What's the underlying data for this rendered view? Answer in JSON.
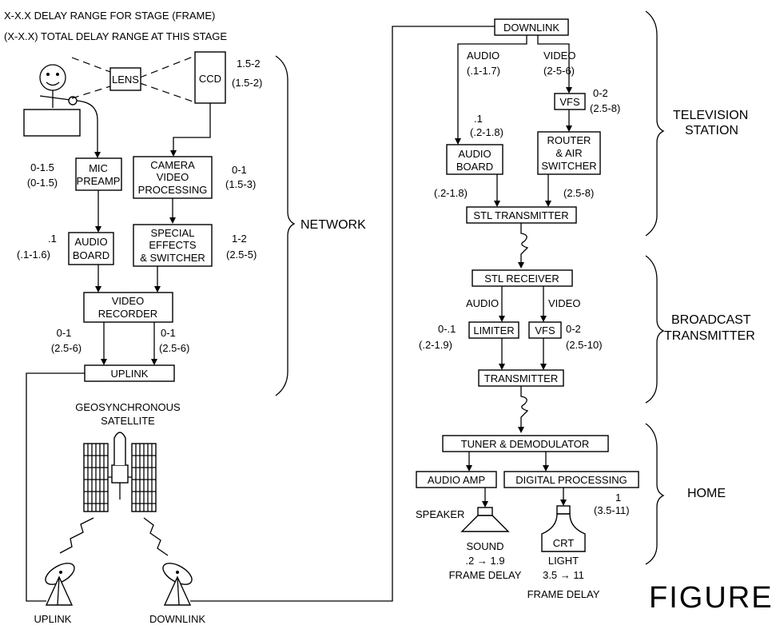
{
  "legend": {
    "stage_range": "X-X.X DELAY RANGE FOR STAGE (FRAME)",
    "total_range": "(X-X.X) TOTAL DELAY RANGE AT THIS STAGE"
  },
  "network": {
    "label": "NETWORK",
    "lens": "LENS",
    "ccd": "CCD",
    "ccd_stage": "1.5-2",
    "ccd_total": "(1.5-2)",
    "mic_preamp_1": "MIC",
    "mic_preamp_2": "PREAMP",
    "mic_stage": "0-1.5",
    "mic_total": "(0-1.5)",
    "cam_1": "CAMERA",
    "cam_2": "VIDEO",
    "cam_3": "PROCESSING",
    "cam_stage": "0-1",
    "cam_total": "(1.5-3)",
    "audio_board_1": "AUDIO",
    "audio_board_2": "BOARD",
    "audio_board_stage": ".1",
    "audio_board_total": "(.1-1.6)",
    "sfx_1": "SPECIAL",
    "sfx_2": "EFFECTS",
    "sfx_3": "& SWITCHER",
    "sfx_stage": "1-2",
    "sfx_total": "(2.5-5)",
    "vrec_1": "VIDEO",
    "vrec_2": "RECORDER",
    "vrec_left_stage": "0-1",
    "vrec_left_total": "(2.5-6)",
    "vrec_right_stage": "0-1",
    "vrec_right_total": "(2.5-6)",
    "uplink": "UPLINK"
  },
  "satellite": {
    "title_1": "GEOSYNCHRONOUS",
    "title_2": "SATELLITE",
    "uplink_dish": "UPLINK",
    "downlink_dish": "DOWNLINK"
  },
  "tv_station": {
    "label_1": "TELEVISION",
    "label_2": "STATION",
    "downlink": "DOWNLINK",
    "audio": "AUDIO",
    "audio_range": "(.1-1.7)",
    "video": "VIDEO",
    "video_range": "(2-5-6)",
    "vfs": "VFS",
    "vfs_stage": "0-2",
    "vfs_total": "(2.5-8)",
    "board_stage": ".1",
    "board_total": "(.2-1.8)",
    "audio_board_1": "AUDIO",
    "audio_board_2": "BOARD",
    "router_1": "ROUTER",
    "router_2": "& AIR",
    "router_3": "SWITCHER",
    "stl_left": "(.2-1.8)",
    "stl_right": "(2.5-8)",
    "stl_tx": "STL TRANSMITTER"
  },
  "broadcast": {
    "label_1": "BROADCAST",
    "label_2": "TRANSMITTER",
    "stl_rx": "STL RECEIVER",
    "audio": "AUDIO",
    "video": "VIDEO",
    "limiter": "LIMITER",
    "limiter_stage": "0-.1",
    "limiter_total": "(.2-1.9)",
    "vfs": "VFS",
    "vfs_stage": "0-2",
    "vfs_total": "(2.5-10)",
    "transmitter": "TRANSMITTER"
  },
  "home": {
    "label": "HOME",
    "tuner": "TUNER & DEMODULATOR",
    "audio_amp": "AUDIO AMP",
    "digital": "DIGITAL PROCESSING",
    "digital_stage": "1",
    "digital_total": "(3.5-11)",
    "speaker": "SPEAKER",
    "crt": "CRT",
    "sound": "SOUND",
    "sound_delay": ".2 → 1.9",
    "sound_frame": "FRAME DELAY",
    "light": "LIGHT",
    "light_delay": "3.5 → 11",
    "light_frame": "FRAME DELAY"
  },
  "figure_label": "FIGURE"
}
